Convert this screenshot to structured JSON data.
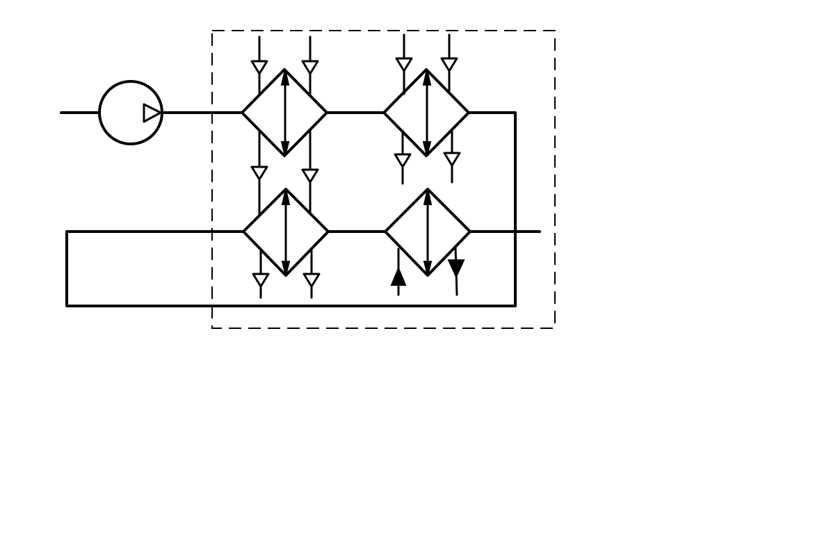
{
  "diagram": {
    "kind": "hydraulic schematic",
    "symbols": [
      "pump-symbol",
      "heat-exchanger-top-left",
      "heat-exchanger-top-right",
      "heat-exchanger-bottom-left",
      "heat-exchanger-bottom-right",
      "component-boundary"
    ],
    "colors": {
      "stroke": "#000000",
      "background": "#ffffff"
    }
  }
}
